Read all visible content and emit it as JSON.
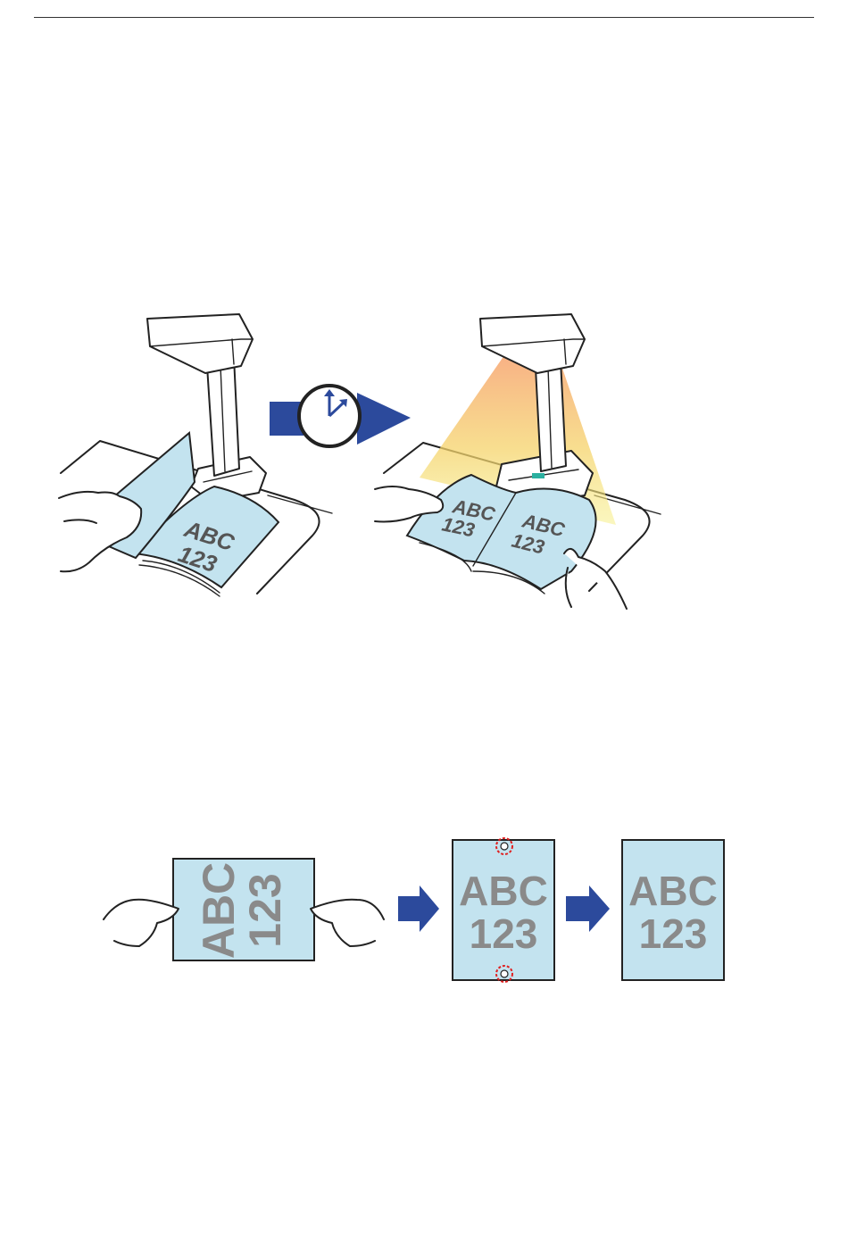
{
  "figure_top": {
    "book_text_line1": "ABC",
    "book_text_line2": "123"
  },
  "figure_bottom": {
    "doc_text_line1": "ABC",
    "doc_text_line2": "123"
  },
  "colors": {
    "page_fill": "#c3e3ef",
    "arrow": "#2c4a9c",
    "glyph_gray": "#8a8a8a",
    "marker_red": "#e02020"
  },
  "icons": [
    "clock-icon",
    "arrow-right-icon"
  ]
}
